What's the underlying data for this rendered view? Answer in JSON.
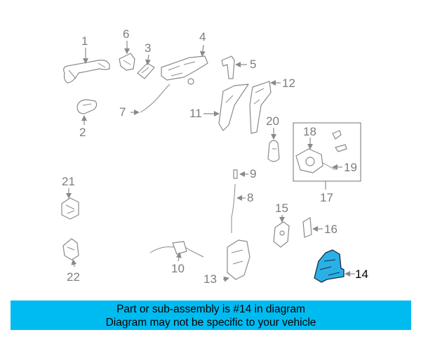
{
  "callouts": [
    "1",
    "2",
    "3",
    "4",
    "5",
    "6",
    "7",
    "8",
    "9",
    "10",
    "11",
    "12",
    "13",
    "14",
    "15",
    "16",
    "17",
    "18",
    "19",
    "20",
    "21",
    "22"
  ],
  "highlighted_callout": "14",
  "highlight_color": "#2ab0e6",
  "caption": {
    "line1": "Part or sub-assembly is #14 in diagram",
    "line2": "Diagram may not be specific to your vehicle",
    "background": "#00bbf0"
  }
}
